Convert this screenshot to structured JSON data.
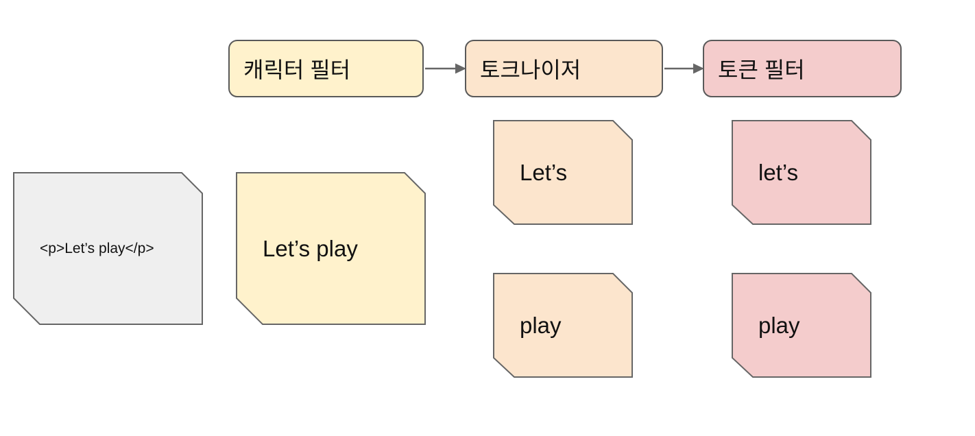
{
  "diagram": {
    "title": "analyzer-pipeline",
    "background": "#ffffff",
    "border_color": "#666666",
    "stage_border_color": "#595959"
  },
  "stages": [
    {
      "label": "캐릭터 필터",
      "color": "#fff2cc"
    },
    {
      "label": "토크나이저",
      "color": "#fce5cd"
    },
    {
      "label": "토큰 필터",
      "color": "#f4cccc"
    }
  ],
  "arrows": {
    "color": "#666666"
  },
  "notes": {
    "input": {
      "text": "<p>Let’s play</p>",
      "color": "#efefef"
    },
    "after_char_filter": {
      "text": "Let’s play",
      "color": "#fff2cc"
    },
    "tokens": [
      {
        "text": "Let’s",
        "color": "#fce5cd"
      },
      {
        "text": "play",
        "color": "#fce5cd"
      }
    ],
    "filtered_tokens": [
      {
        "text": "let’s",
        "color": "#f4cccc"
      },
      {
        "text": "play",
        "color": "#f4cccc"
      }
    ]
  }
}
